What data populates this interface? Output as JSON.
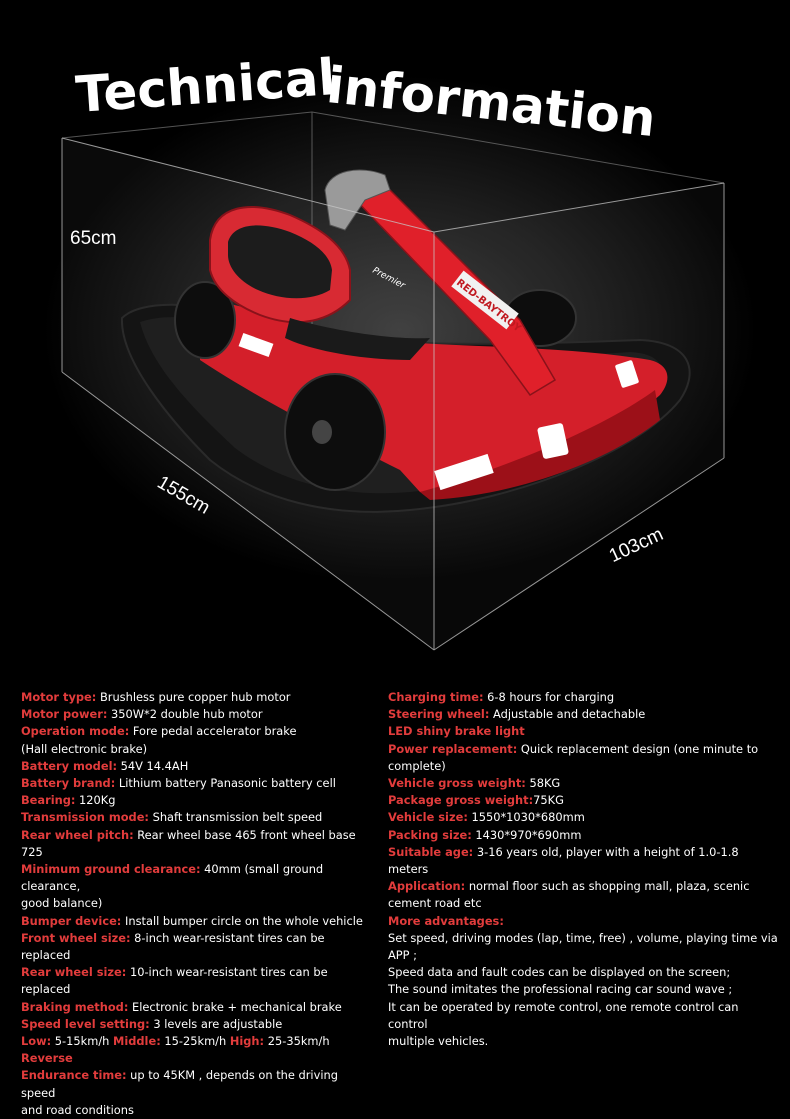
{
  "title": {
    "word1": "Technical",
    "word2": "information"
  },
  "dimensions": {
    "height": "65cm",
    "length": "155cm",
    "width": "103cm"
  },
  "colors": {
    "label": "#e23c3c",
    "text": "#ffffff",
    "background": "#000000",
    "kart_body": "#e0202a"
  },
  "kart_image": {
    "logo": "RED-BAYTROY",
    "brand": "Premier"
  },
  "specs_left": [
    {
      "label": "Motor type:",
      "value": " Brushless pure copper hub motor"
    },
    {
      "label": "Motor power:",
      "value": " 350W*2 double hub motor"
    },
    {
      "label": "Operation mode:",
      "value": " Fore pedal accelerator brake"
    },
    {
      "label": "",
      "value": "(Hall electronic brake)"
    },
    {
      "label": "Battery model:",
      "value": " 54V 14.4AH"
    },
    {
      "label": "Battery brand:",
      "value": " Lithium battery Panasonic battery cell"
    },
    {
      "label": "Bearing:",
      "value": " 120Kg"
    },
    {
      "label": "Transmission mode:",
      "value": " Shaft transmission belt speed"
    },
    {
      "label": "Rear wheel pitch:",
      "value": " Rear wheel base 465 front wheel base 725"
    },
    {
      "label": "Minimum ground clearance:",
      "value": " 40mm (small ground clearance,"
    },
    {
      "label": "",
      "value": "good balance)"
    },
    {
      "label": "Bumper device:",
      "value": " Install bumper circle on the whole vehicle"
    },
    {
      "label": "Front wheel size:",
      "value": " 8-inch wear-resistant tires can be replaced"
    },
    {
      "label": "Rear wheel size:",
      "value": " 10-inch wear-resistant tires can be replaced"
    },
    {
      "label": "Braking method:",
      "value": " Electronic brake + mechanical brake"
    },
    {
      "label": "Speed level setting:",
      "value": " 3 levels are adjustable"
    },
    {
      "parts": [
        {
          "label": "Low:",
          "value": " 5-15km/h  "
        },
        {
          "label": "Middle:",
          "value": " 15-25km/h  "
        },
        {
          "label": "High:",
          "value": " 25-35km/h"
        }
      ]
    },
    {
      "label": "Reverse",
      "value": ""
    },
    {
      "label": "Endurance time:",
      "value": " up to 45KM , depends on the driving speed"
    },
    {
      "label": "",
      "value": "and road conditions"
    }
  ],
  "specs_right": [
    {
      "label": "Charging time:",
      "value": " 6-8 hours for charging"
    },
    {
      "label": "Steering wheel:",
      "value": " Adjustable and detachable"
    },
    {
      "label": "LED shiny brake light",
      "value": ""
    },
    {
      "label": "Power replacement:",
      "value": " Quick replacement design (one minute to"
    },
    {
      "label": "",
      "value": "complete)"
    },
    {
      "label": "Vehicle gross weight:",
      "value": " 58KG"
    },
    {
      "label": "Package gross weight:",
      "value": "75KG"
    },
    {
      "label": "Vehicle size:",
      "value": " 1550*1030*680mm"
    },
    {
      "label": "Packing size:",
      "value": " 1430*970*690mm"
    },
    {
      "label": "Suitable age:",
      "value": " 3-16 years old, player with a height of 1.0-1.8 meters"
    },
    {
      "label": "Application:",
      "value": " normal floor such as shopping mall, plaza, scenic"
    },
    {
      "label": "",
      "value": "cement road etc"
    },
    {
      "label": "More advantages:",
      "value": ""
    },
    {
      "label": "",
      "value": "Set speed, driving modes (lap, time, free) , volume, playing time via APP ;"
    },
    {
      "label": "",
      "value": "Speed data and fault codes can be displayed on the screen;"
    },
    {
      "label": "",
      "value": "The sound imitates the professional racing car sound wave ;"
    },
    {
      "label": "",
      "value": "It can be operated by remote control, one remote control can control"
    },
    {
      "label": "",
      "value": "multiple vehicles."
    }
  ]
}
